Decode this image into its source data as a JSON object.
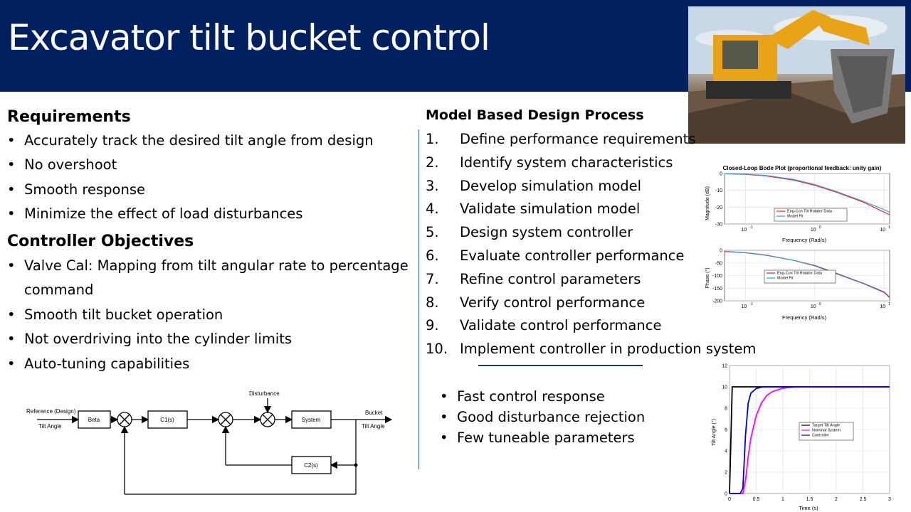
{
  "title": "Excavator tilt bucket control",
  "requirements": {
    "heading": "Requirements",
    "items": [
      "Accurately track the desired tilt angle from design",
      "No overshoot",
      "Smooth response",
      "Minimize the effect of load disturbances"
    ]
  },
  "objectives": {
    "heading": "Controller Objectives",
    "items": [
      "Valve Cal: Mapping from tilt angular rate to percentage command",
      "Smooth tilt bucket operation",
      "Not overdriving into the cylinder limits",
      "Auto-tuning capabilities"
    ]
  },
  "process": {
    "heading": "Model Based Design Process",
    "steps": [
      {
        "num": "1.",
        "text": "Define performance requirements"
      },
      {
        "num": "2.",
        "text": "Identify system characteristics"
      },
      {
        "num": "3.",
        "text": "Develop simulation model"
      },
      {
        "num": "4.",
        "text": "Validate simulation model"
      },
      {
        "num": "5.",
        "text": "Design system controller"
      },
      {
        "num": "6.",
        "text": "Evaluate controller performance"
      },
      {
        "num": "7.",
        "text": "Refine control parameters"
      },
      {
        "num": "8.",
        "text": "Verify control performance"
      },
      {
        "num": "9.",
        "text": "Validate control performance"
      },
      {
        "num": "10.",
        "text": "Implement controller in production system"
      }
    ]
  },
  "benefits": [
    "Fast control response",
    "Good disturbance rejection",
    "Few tuneable parameters"
  ],
  "block_diagram": {
    "ref_label_1": "Reference (Design)",
    "ref_label_2": "Tilt Angle",
    "beta": "Beta",
    "c1": "C1(s)",
    "c2": "C2(s)",
    "system": "System",
    "disturbance": "Disturbance",
    "out_label_1": "Bucket",
    "out_label_2": "Tilt Angle"
  },
  "colors": {
    "banner": "#002060",
    "divider": "#2e5f8a",
    "red_series": "#e41a1c",
    "blue_series": "#3399cc",
    "target": "#000000",
    "nominal": "#ff00ff",
    "controller": "#0000cc"
  },
  "chart_data": [
    {
      "type": "line",
      "title": "Closed-Loop Bode Plot (proportional feedback: unity gain)",
      "xlabel": "Frequency (Rad/s)",
      "ylabel": "Magnitude (dB)",
      "x_scale": "log",
      "xlim": [
        0.05,
        12
      ],
      "ylim": [
        -30,
        0
      ],
      "xticks": [
        "10^-1",
        "10^0",
        "10^1"
      ],
      "yticks": [
        "0",
        "-10",
        "-20",
        "-30"
      ],
      "legend_position": "right",
      "grid": true,
      "x": [
        0.05,
        0.1,
        0.2,
        0.5,
        1,
        2,
        5,
        10,
        12
      ],
      "series": [
        {
          "name": "Eng-Con Tilt Rotator Data",
          "values": [
            -0.2,
            -0.5,
            -1.5,
            -4,
            -7,
            -11,
            -17,
            -23,
            -24.5
          ]
        },
        {
          "name": "Model Fit",
          "values": [
            -0.2,
            -0.4,
            -1.2,
            -3.5,
            -6.5,
            -10.5,
            -16.5,
            -21.5,
            -23
          ]
        }
      ]
    },
    {
      "type": "line",
      "xlabel": "Frequency (Rad/s)",
      "ylabel": "Phase (°)",
      "x_scale": "log",
      "xlim": [
        0.05,
        12
      ],
      "ylim": [
        -200,
        0
      ],
      "xticks": [
        "10^-1",
        "10^0",
        "10^1"
      ],
      "yticks": [
        "0",
        "-50",
        "-100",
        "-150",
        "-200"
      ],
      "legend_position": "right",
      "grid": true,
      "x": [
        0.05,
        0.1,
        0.2,
        0.5,
        1,
        2,
        5,
        10,
        12
      ],
      "series": [
        {
          "name": "Eng-Con Tilt Rotator Data",
          "values": [
            -5,
            -10,
            -20,
            -40,
            -60,
            -90,
            -130,
            -165,
            -185
          ]
        },
        {
          "name": "Model Fit",
          "values": [
            -4,
            -9,
            -19,
            -40,
            -62,
            -92,
            -132,
            -168,
            -188
          ]
        }
      ]
    },
    {
      "type": "line",
      "xlabel": "Time (s)",
      "ylabel": "Tilt Angle (°)",
      "xlim": [
        0,
        3
      ],
      "ylim": [
        0,
        12
      ],
      "xticks": [
        "0",
        "0.5",
        "1",
        "1.5",
        "2",
        "2.5",
        "3"
      ],
      "yticks": [
        "0",
        "2",
        "4",
        "6",
        "8",
        "10",
        "12"
      ],
      "legend_position": "right",
      "grid": true,
      "x": [
        0,
        0.05,
        0.1,
        0.15,
        0.2,
        0.25,
        0.3,
        0.35,
        0.4,
        0.5,
        0.6,
        0.7,
        0.8,
        1,
        1.2,
        1.5,
        2,
        2.5,
        3
      ],
      "series": [
        {
          "name": "Target Tilt Angle",
          "values": [
            0,
            10,
            10,
            10,
            10,
            10,
            10,
            10,
            10,
            10,
            10,
            10,
            10,
            10,
            10,
            10,
            10,
            10,
            10
          ]
        },
        {
          "name": "Nominal System",
          "values": [
            0,
            0,
            0,
            0,
            0,
            0,
            1.2,
            3.5,
            5.2,
            7.3,
            8.5,
            9.2,
            9.55,
            9.88,
            9.97,
            10,
            10,
            10,
            10
          ]
        },
        {
          "name": "Controller",
          "values": [
            0,
            0,
            0,
            0,
            0,
            0.5,
            5.5,
            8.5,
            9.4,
            9.85,
            9.97,
            10,
            10,
            10,
            10,
            10,
            10,
            10,
            10
          ]
        }
      ]
    }
  ]
}
